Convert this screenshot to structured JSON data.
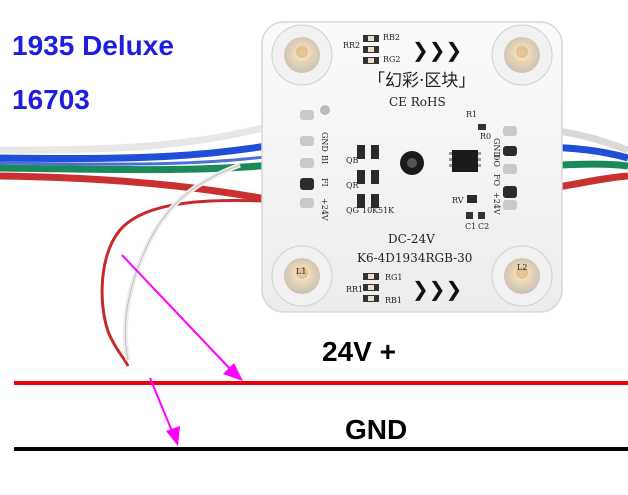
{
  "header": {
    "model_title": "1935 Deluxe",
    "model_code": "16703"
  },
  "module": {
    "brand_cn": "「幻彩·区块」",
    "certification": "CE RoHS",
    "voltage_text": "DC-24V",
    "part_number": "K6-4D1934RGB-30",
    "left_pins": [
      "GND",
      "BI",
      "FI",
      "+24V"
    ],
    "right_pins": [
      "GND",
      "DO",
      "FO",
      "+24V"
    ],
    "silkscreen": [
      "RR2",
      "RG2",
      "RB2",
      "RR1",
      "RG1",
      "RB1",
      "R1",
      "R0",
      "L1",
      "L2",
      "QB",
      "QR",
      "QG",
      "10K",
      "51K",
      "RV",
      "C1",
      "C2"
    ],
    "arrow_glyph": "❯❯❯"
  },
  "rails": {
    "positive_label": "24V +",
    "ground_label": "GND",
    "positive_color": "#e8000e",
    "ground_color": "#000000",
    "pointer_color": "#ff00ff"
  },
  "wires": {
    "colors": [
      "#ffffff",
      "#1f4fd6",
      "#1b8a5a",
      "#d63a3a"
    ]
  }
}
